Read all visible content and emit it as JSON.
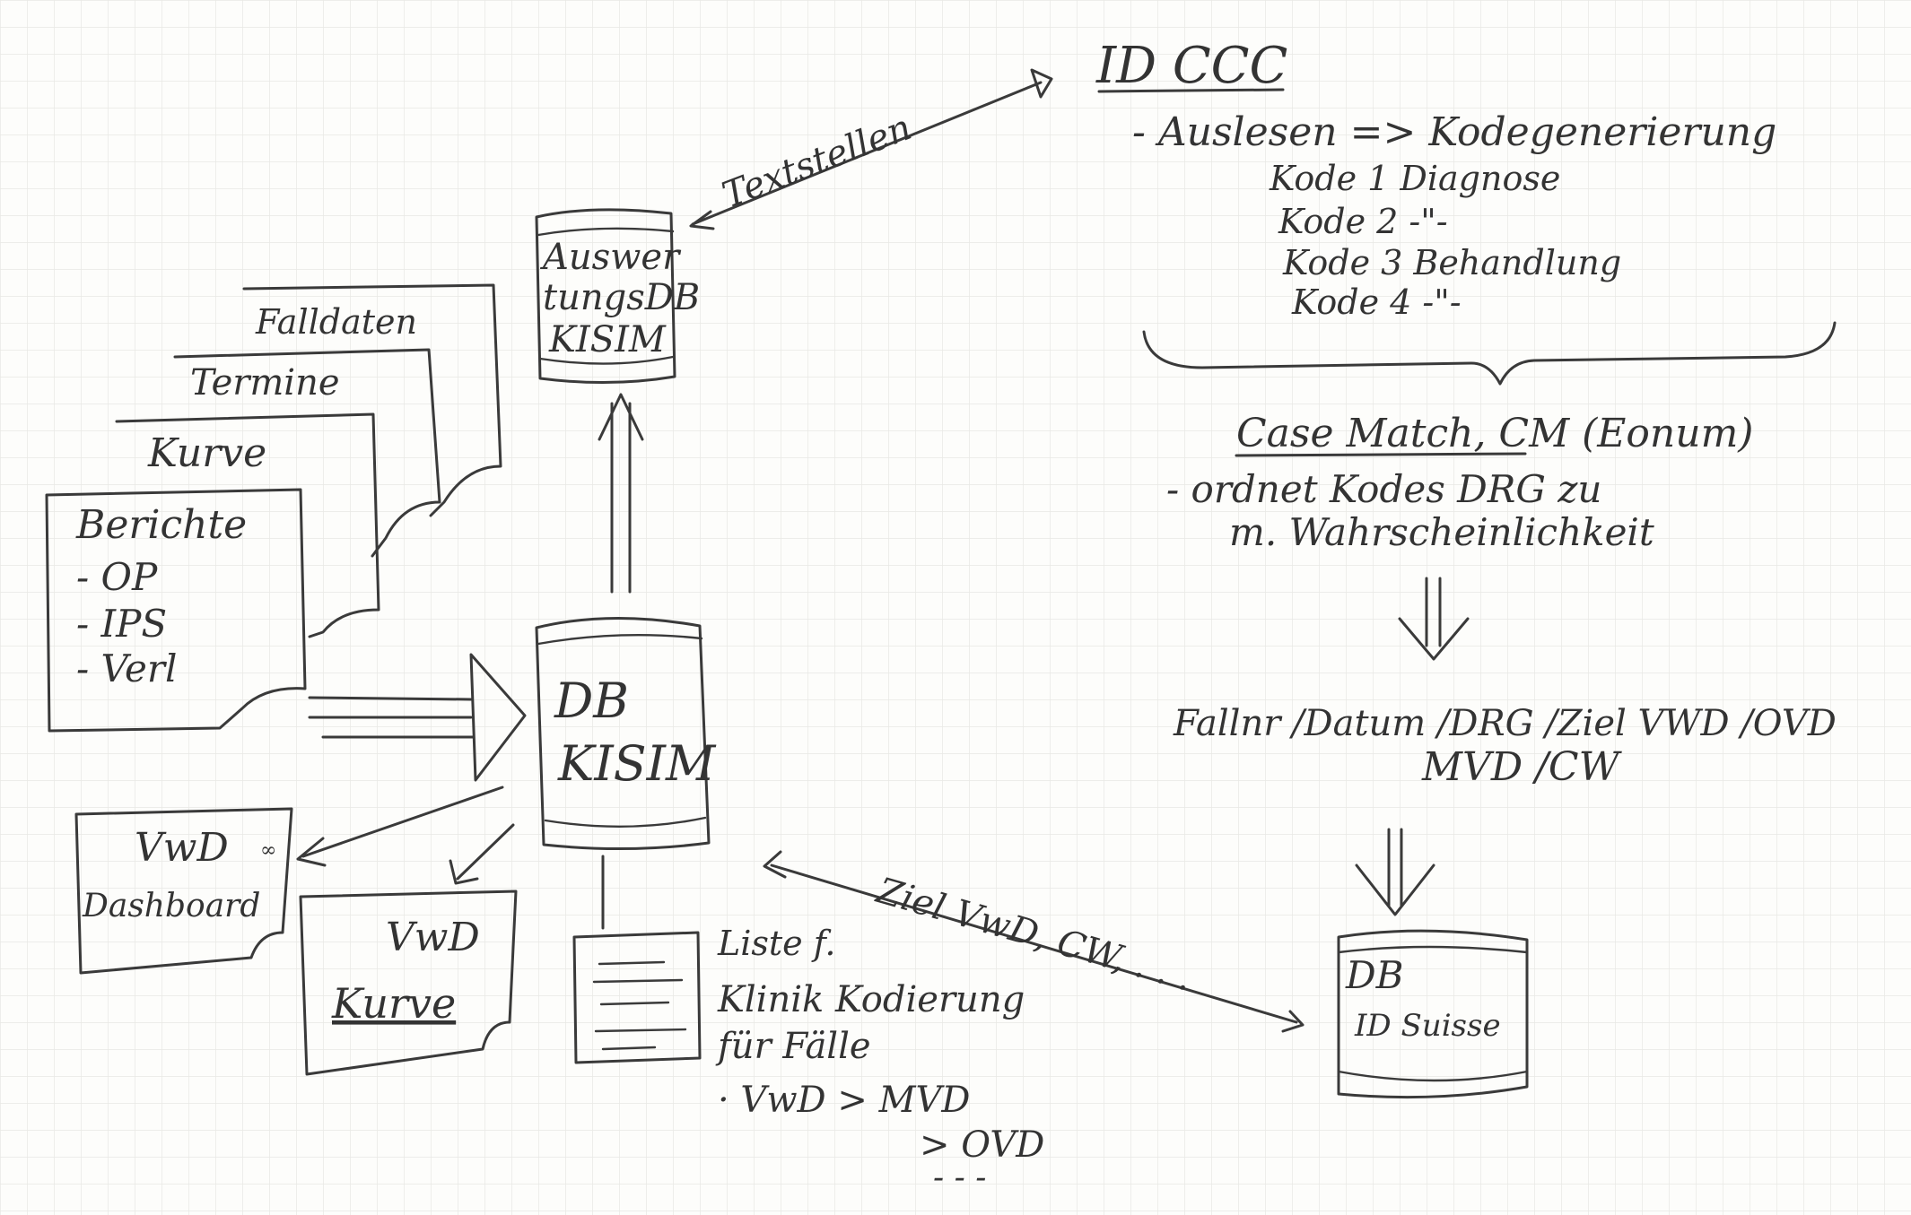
{
  "top_box": {
    "title": "ID CCC",
    "line1": "- Auslesen => Kodegenerierung",
    "codes": [
      "Kode 1 Diagnose",
      "Kode 2 -\"-",
      "Kode 3 Behandlung",
      "Kode 4 -\"-"
    ]
  },
  "case_match": {
    "title": "Case Match, CM (Eonum)",
    "desc1": "- ordnet Kodes DRG zu",
    "desc2": "m. Wahrscheinlichkeit"
  },
  "result": {
    "line1": "Fallnr /Datum /DRG /Ziel VWD /OVD",
    "line2": "MVD /CW"
  },
  "arrow_labels": {
    "textstellen": "Textstellen",
    "ziel": "Ziel VwD, CW, . . ."
  },
  "db_auswertung": {
    "l1": "Auswer",
    "l2": "tungsDB",
    "l3": "KISIM"
  },
  "db_kisim": {
    "l1": "DB",
    "l2": "KISIM"
  },
  "db_suisse": {
    "l1": "DB",
    "l2": "ID Suisse"
  },
  "documents": {
    "falldaten": "Falldaten",
    "termine": "Termine",
    "kurve": "Kurve",
    "berichte": "Berichte",
    "berichte_items": [
      "- OP",
      "- IPS",
      "- Verl"
    ]
  },
  "dashboard": {
    "title": "VwD",
    "label": "Dashboard"
  },
  "kurve_box": {
    "title": "VwD",
    "label": "Kurve"
  },
  "liste": {
    "l1": "Liste f.",
    "l2": "Klinik Kodierung",
    "l3": "für Fälle",
    "l4": "· VwD > MVD",
    "l5": "> OVD",
    "dots": "- - -"
  }
}
